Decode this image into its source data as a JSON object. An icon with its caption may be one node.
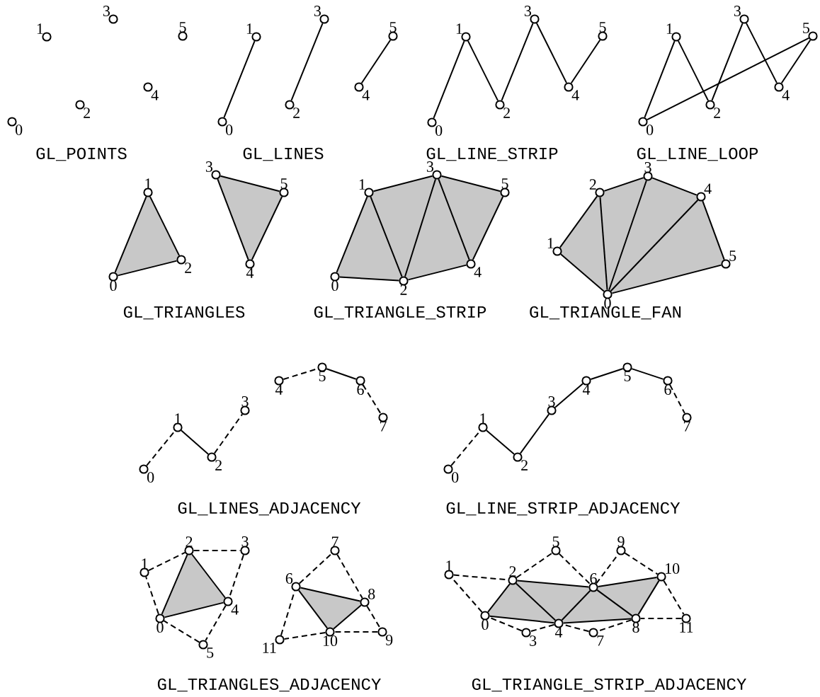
{
  "diagram": {
    "nodes": [
      {
        "text": [
          "0"
        ]
      },
      {
        "text": [
          "1"
        ]
      },
      {
        "text": [
          "2"
        ]
      },
      {
        "text": [
          "3"
        ]
      },
      {
        "text": [
          "4"
        ]
      },
      {
        "text": [
          "5"
        ]
      },
      {
        "text": [
          "0"
        ]
      },
      {
        "text": [
          "1"
        ]
      },
      {
        "text": [
          "2"
        ]
      },
      {
        "text": [
          "3"
        ]
      },
      {
        "text": [
          "4"
        ]
      },
      {
        "text": [
          "5"
        ]
      },
      {
        "text": [
          "0"
        ]
      },
      {
        "text": [
          "1"
        ]
      },
      {
        "text": [
          "2"
        ]
      },
      {
        "text": [
          "3"
        ]
      },
      {
        "text": [
          "4"
        ]
      },
      {
        "text": [
          "5"
        ]
      },
      {
        "text": [
          "0"
        ]
      },
      {
        "text": [
          "1"
        ]
      },
      {
        "text": [
          "2"
        ]
      },
      {
        "text": [
          "3"
        ]
      },
      {
        "text": [
          "4"
        ]
      },
      {
        "text": [
          "5"
        ]
      },
      {
        "text": [
          "0"
        ]
      },
      {
        "text": [
          "1"
        ]
      },
      {
        "text": [
          "2"
        ]
      },
      {
        "text": [
          "3"
        ]
      },
      {
        "text": [
          "4"
        ]
      },
      {
        "text": [
          "5"
        ]
      },
      {
        "text": [
          "0"
        ]
      },
      {
        "text": [
          "1"
        ]
      },
      {
        "text": [
          "2"
        ]
      },
      {
        "text": [
          "3"
        ]
      },
      {
        "text": [
          "4"
        ]
      },
      {
        "text": [
          "5"
        ]
      },
      {
        "text": [
          "0"
        ]
      },
      {
        "text": [
          "1"
        ]
      },
      {
        "text": [
          "2"
        ]
      },
      {
        "text": [
          "3"
        ]
      },
      {
        "text": [
          "4"
        ]
      },
      {
        "text": [
          "5"
        ]
      },
      {
        "text": [
          "0"
        ]
      },
      {
        "text": [
          "1"
        ]
      },
      {
        "text": [
          "2"
        ]
      },
      {
        "text": [
          "3"
        ]
      },
      {
        "text": [
          "4"
        ]
      },
      {
        "text": [
          "5"
        ]
      },
      {
        "text": [
          "6"
        ]
      },
      {
        "text": [
          "7"
        ]
      },
      {
        "text": [
          "0"
        ]
      },
      {
        "text": [
          "1"
        ]
      },
      {
        "text": [
          "2"
        ]
      },
      {
        "text": [
          "3"
        ]
      },
      {
        "text": [
          "4"
        ]
      },
      {
        "text": [
          "5"
        ]
      },
      {
        "text": [
          "6"
        ]
      },
      {
        "text": [
          "7"
        ]
      },
      {
        "text": [
          "0"
        ]
      },
      {
        "text": [
          "1"
        ]
      },
      {
        "text": [
          "2"
        ]
      },
      {
        "text": [
          "3"
        ]
      },
      {
        "text": [
          "4"
        ]
      },
      {
        "text": [
          "5"
        ]
      },
      {
        "text": [
          "6"
        ]
      },
      {
        "text": [
          "7"
        ]
      },
      {
        "text": [
          "8"
        ]
      },
      {
        "text": [
          "9"
        ]
      },
      {
        "text": [
          "10"
        ]
      },
      {
        "text": [
          "11"
        ]
      },
      {
        "text": [
          "0"
        ]
      },
      {
        "text": [
          "1"
        ]
      },
      {
        "text": [
          "2"
        ]
      },
      {
        "text": [
          "3"
        ]
      },
      {
        "text": [
          "4"
        ]
      },
      {
        "text": [
          "5"
        ]
      },
      {
        "text": [
          "6"
        ]
      },
      {
        "text": [
          "7"
        ]
      },
      {
        "text": [
          "8"
        ]
      },
      {
        "text": [
          "9"
        ]
      },
      {
        "text": [
          "10"
        ]
      },
      {
        "text": [
          "11"
        ]
      }
    ],
    "edges": [
      {
        "from": 6,
        "to": 7,
        "arrow": "none"
      },
      {
        "from": 8,
        "to": 9,
        "arrow": "none"
      },
      {
        "from": 10,
        "to": 11,
        "arrow": "none"
      },
      {
        "from": 12,
        "to": 13,
        "arrow": "none"
      },
      {
        "from": 13,
        "to": 14,
        "arrow": "none"
      },
      {
        "from": 14,
        "to": 15,
        "arrow": "none"
      },
      {
        "from": 15,
        "to": 16,
        "arrow": "none"
      },
      {
        "from": 16,
        "to": 17,
        "arrow": "none"
      },
      {
        "from": 18,
        "to": 19,
        "arrow": "none"
      },
      {
        "from": 19,
        "to": 20,
        "arrow": "none"
      },
      {
        "from": 20,
        "to": 21,
        "arrow": "none"
      },
      {
        "from": 21,
        "to": 22,
        "arrow": "none"
      },
      {
        "from": 22,
        "to": 23,
        "arrow": "none"
      },
      {
        "from": 23,
        "to": 18,
        "arrow": "none"
      },
      {
        "from": 24,
        "to": 25,
        "arrow": "none"
      },
      {
        "from": 25,
        "to": 26,
        "arrow": "none"
      },
      {
        "from": 26,
        "to": 24,
        "arrow": "none"
      },
      {
        "from": 27,
        "to": 28,
        "arrow": "none"
      },
      {
        "from": 28,
        "to": 29,
        "arrow": "none"
      },
      {
        "from": 29,
        "to": 27,
        "arrow": "none"
      },
      {
        "from": 30,
        "to": 31,
        "arrow": "none"
      },
      {
        "from": 31,
        "to": 32,
        "arrow": "none"
      },
      {
        "from": 32,
        "to": 30,
        "arrow": "none"
      },
      {
        "from": 31,
        "to": 33,
        "arrow": "none"
      },
      {
        "from": 32,
        "to": 33,
        "arrow": "none"
      },
      {
        "from": 33,
        "to": 34,
        "arrow": "none"
      },
      {
        "from": 32,
        "to": 34,
        "arrow": "none"
      },
      {
        "from": 33,
        "to": 35,
        "arrow": "none"
      },
      {
        "from": 34,
        "to": 35,
        "arrow": "none"
      },
      {
        "from": 36,
        "to": 37,
        "arrow": "none"
      },
      {
        "from": 36,
        "to": 38,
        "arrow": "none"
      },
      {
        "from": 36,
        "to": 39,
        "arrow": "none"
      },
      {
        "from": 36,
        "to": 40,
        "arrow": "none"
      },
      {
        "from": 36,
        "to": 41,
        "arrow": "none"
      },
      {
        "from": 37,
        "to": 38,
        "arrow": "none"
      },
      {
        "from": 38,
        "to": 39,
        "arrow": "none"
      },
      {
        "from": 39,
        "to": 40,
        "arrow": "none"
      },
      {
        "from": 40,
        "to": 41,
        "arrow": "none"
      },
      {
        "from": 42,
        "to": 43,
        "arrow": "none",
        "style": "dashed"
      },
      {
        "from": 43,
        "to": 44,
        "arrow": "none"
      },
      {
        "from": 44,
        "to": 45,
        "arrow": "none",
        "style": "dashed"
      },
      {
        "from": 46,
        "to": 47,
        "arrow": "none",
        "style": "dashed"
      },
      {
        "from": 47,
        "to": 48,
        "arrow": "none"
      },
      {
        "from": 48,
        "to": 49,
        "arrow": "none",
        "style": "dashed"
      },
      {
        "from": 50,
        "to": 51,
        "arrow": "none",
        "style": "dashed"
      },
      {
        "from": 51,
        "to": 52,
        "arrow": "none"
      },
      {
        "from": 52,
        "to": 53,
        "arrow": "none"
      },
      {
        "from": 53,
        "to": 54,
        "arrow": "none"
      },
      {
        "from": 54,
        "to": 55,
        "arrow": "none"
      },
      {
        "from": 55,
        "to": 56,
        "arrow": "none"
      },
      {
        "from": 56,
        "to": 57,
        "arrow": "none",
        "style": "dashed"
      },
      {
        "from": 58,
        "to": 60,
        "arrow": "none"
      },
      {
        "from": 60,
        "to": 62,
        "arrow": "none"
      },
      {
        "from": 62,
        "to": 58,
        "arrow": "none"
      },
      {
        "from": 58,
        "to": 59,
        "arrow": "none",
        "style": "dashed"
      },
      {
        "from": 59,
        "to": 60,
        "arrow": "none",
        "style": "dashed"
      },
      {
        "from": 60,
        "to": 61,
        "arrow": "none",
        "style": "dashed"
      },
      {
        "from": 61,
        "to": 62,
        "arrow": "none",
        "style": "dashed"
      },
      {
        "from": 62,
        "to": 63,
        "arrow": "none",
        "style": "dashed"
      },
      {
        "from": 63,
        "to": 58,
        "arrow": "none",
        "style": "dashed"
      },
      {
        "from": 64,
        "to": 66,
        "arrow": "none"
      },
      {
        "from": 66,
        "to": 68,
        "arrow": "none"
      },
      {
        "from": 68,
        "to": 64,
        "arrow": "none"
      },
      {
        "from": 64,
        "to": 65,
        "arrow": "none",
        "style": "dashed"
      },
      {
        "from": 65,
        "to": 66,
        "arrow": "none",
        "style": "dashed"
      },
      {
        "from": 66,
        "to": 67,
        "arrow": "none",
        "style": "dashed"
      },
      {
        "from": 67,
        "to": 68,
        "arrow": "none",
        "style": "dashed"
      },
      {
        "from": 68,
        "to": 69,
        "arrow": "none",
        "style": "dashed"
      },
      {
        "from": 69,
        "to": 64,
        "arrow": "none",
        "style": "dashed"
      },
      {
        "from": 70,
        "to": 72,
        "arrow": "none"
      },
      {
        "from": 70,
        "to": 74,
        "arrow": "none"
      },
      {
        "from": 72,
        "to": 74,
        "arrow": "none"
      },
      {
        "from": 72,
        "to": 76,
        "arrow": "none"
      },
      {
        "from": 74,
        "to": 76,
        "arrow": "none"
      },
      {
        "from": 74,
        "to": 78,
        "arrow": "none"
      },
      {
        "from": 76,
        "to": 78,
        "arrow": "none"
      },
      {
        "from": 76,
        "to": 80,
        "arrow": "none"
      },
      {
        "from": 78,
        "to": 80,
        "arrow": "none"
      },
      {
        "from": 70,
        "to": 71,
        "arrow": "none",
        "style": "dashed"
      },
      {
        "from": 71,
        "to": 72,
        "arrow": "none",
        "style": "dashed"
      },
      {
        "from": 72,
        "to": 75,
        "arrow": "none",
        "style": "dashed"
      },
      {
        "from": 75,
        "to": 76,
        "arrow": "none",
        "style": "dashed"
      },
      {
        "from": 76,
        "to": 79,
        "arrow": "none",
        "style": "dashed"
      },
      {
        "from": 79,
        "to": 80,
        "arrow": "none",
        "style": "dashed"
      },
      {
        "from": 80,
        "to": 81,
        "arrow": "none",
        "style": "dashed"
      },
      {
        "from": 81,
        "to": 78,
        "arrow": "none",
        "style": "dashed"
      },
      {
        "from": 78,
        "to": 77,
        "arrow": "none",
        "style": "dashed"
      },
      {
        "from": 77,
        "to": 74,
        "arrow": "none",
        "style": "dashed"
      },
      {
        "from": 74,
        "to": 73,
        "arrow": "none",
        "style": "dashed"
      },
      {
        "from": 73,
        "to": 70,
        "arrow": "none",
        "style": "dashed"
      }
    ],
    "labels": [
      "GL_POINTS",
      "GL_LINES",
      "GL_LINE_STRIP",
      "GL_LINE_LOOP",
      "GL_TRIANGLES",
      "GL_TRIANGLE_STRIP",
      "GL_TRIANGLE_FAN",
      "GL_LINES_ADJACENCY",
      "GL_LINE_STRIP_ADJACENCY",
      "GL_TRIANGLES_ADJACENCY",
      "GL_TRIANGLE_STRIP_ADJACENCY"
    ]
  }
}
